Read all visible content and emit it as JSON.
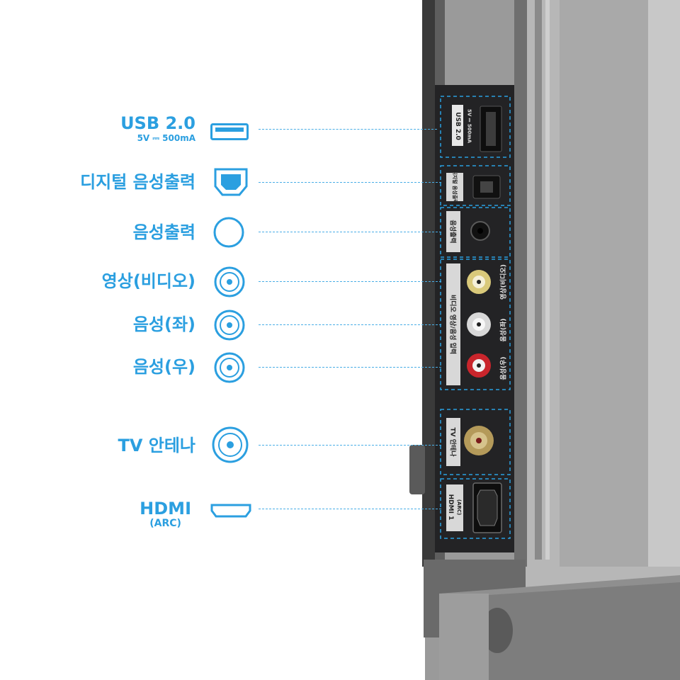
{
  "ports": [
    {
      "label": "USB 2.0",
      "sublabel": "5V ⎓ 500mA",
      "icon": "usb-port-icon"
    },
    {
      "label": "디지털 음성출력",
      "icon": "optical-port-icon"
    },
    {
      "label": "음성출력",
      "icon": "audio-jack-icon"
    },
    {
      "label": "영상(비디오)",
      "icon": "rca-jack-icon"
    },
    {
      "label": "음성(좌)",
      "icon": "rca-jack-icon"
    },
    {
      "label": "음성(우)",
      "icon": "rca-jack-icon"
    },
    {
      "label": "TV 안테나",
      "icon": "antenna-jack-icon"
    },
    {
      "label": "HDMI",
      "sublabel": "(ARC)",
      "icon": "hdmi-port-icon"
    }
  ],
  "panel": {
    "usb": {
      "label": "USB 2.0",
      "sub": "5V ⎓ 500mA"
    },
    "optical": {
      "label": "디지털 음성출력"
    },
    "audio_out": {
      "label": "음성출력"
    },
    "av_in": {
      "label": "비디오 영상/음성 입력"
    },
    "av_side": {
      "video": "영상(비디오)",
      "left": "음성(좌)",
      "right": "음성(우)"
    },
    "antenna": {
      "label": "TV 안테나"
    },
    "hdmi": {
      "label": "HDMI 1",
      "sub": "(ARC)"
    }
  },
  "colors": {
    "accent": "#2b9fe0",
    "panel": "#2a2a2c",
    "bezel": "#8c8c8c"
  }
}
